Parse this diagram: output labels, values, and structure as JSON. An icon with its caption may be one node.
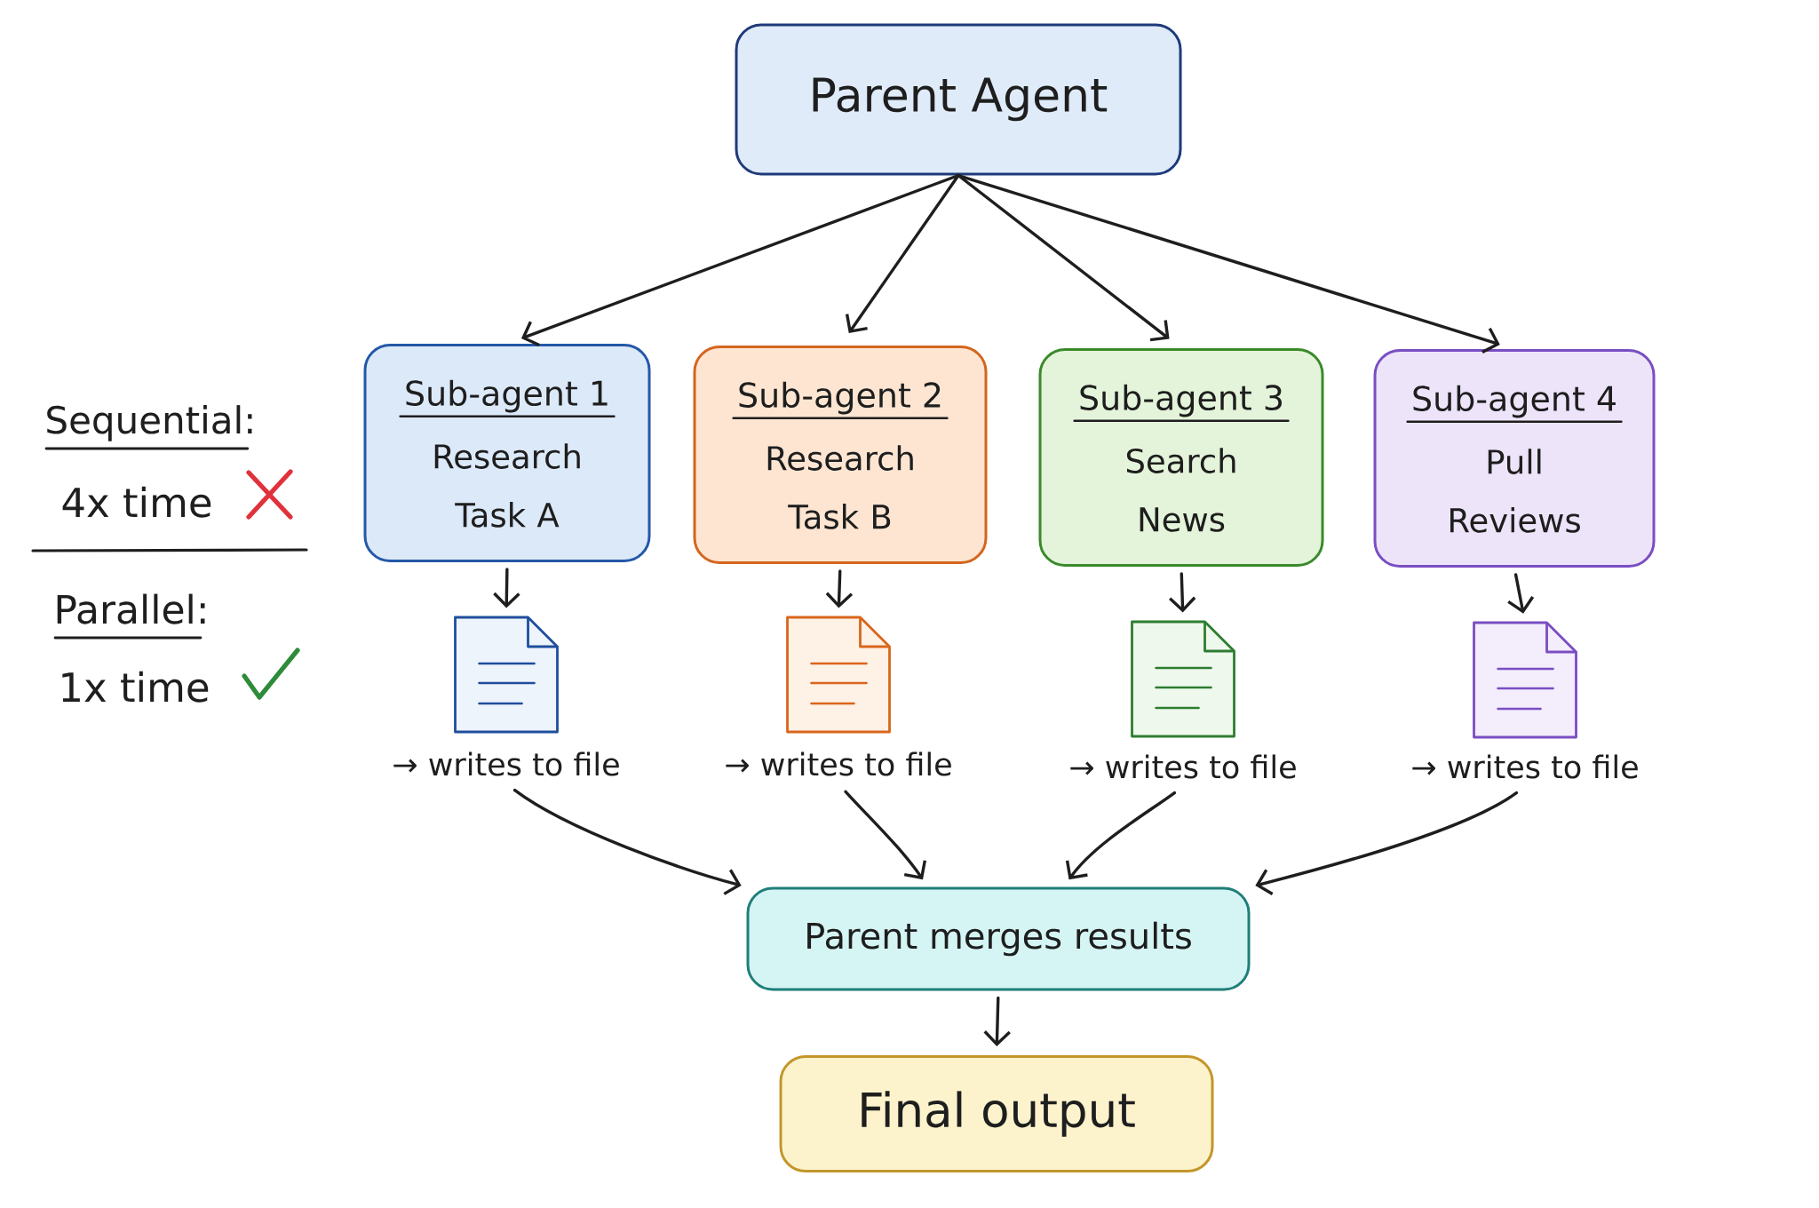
{
  "diagram": {
    "nodes": [
      {
        "text": [
          "Parent Agent"
        ]
      },
      {
        "text": [
          "Sub-agent 1",
          "Research Task A"
        ]
      },
      {
        "text": [
          "Sub-agent 2",
          "Research Task B"
        ]
      },
      {
        "text": [
          "Sub-agent 3",
          "Search News"
        ]
      },
      {
        "text": [
          "Sub-agent 4",
          "Pull Reviews"
        ]
      },
      {
        "text": [],
        "shape": "document",
        "beside": [
          "→ writes to file"
        ]
      },
      {
        "text": [],
        "shape": "document",
        "beside": [
          "→ writes to file"
        ]
      },
      {
        "text": [],
        "shape": "document",
        "beside": [
          "→ writes to file"
        ]
      },
      {
        "text": [],
        "shape": "document",
        "beside": [
          "→ writes to file"
        ]
      },
      {
        "text": [
          "Parent merges results"
        ]
      },
      {
        "text": [
          "Final output"
        ]
      }
    ],
    "edges": [
      {
        "from": 0,
        "to": 1,
        "arrow": "to"
      },
      {
        "from": 0,
        "to": 2,
        "arrow": "to"
      },
      {
        "from": 0,
        "to": 3,
        "arrow": "to"
      },
      {
        "from": 0,
        "to": 4,
        "arrow": "to"
      },
      {
        "from": 1,
        "to": 5,
        "arrow": "to"
      },
      {
        "from": 2,
        "to": 6,
        "arrow": "to"
      },
      {
        "from": 3,
        "to": 7,
        "arrow": "to"
      },
      {
        "from": 4,
        "to": 8,
        "arrow": "to"
      },
      {
        "from": 5,
        "to": 9,
        "arrow": "to"
      },
      {
        "from": 6,
        "to": 9,
        "arrow": "to"
      },
      {
        "from": 7,
        "to": 9,
        "arrow": "to"
      },
      {
        "from": 8,
        "to": 9,
        "arrow": "to"
      },
      {
        "from": 9,
        "to": 10,
        "arrow": "to"
      }
    ],
    "labels": [
      "Sequential:",
      "4x time",
      "Parallel:",
      "1x time"
    ]
  }
}
